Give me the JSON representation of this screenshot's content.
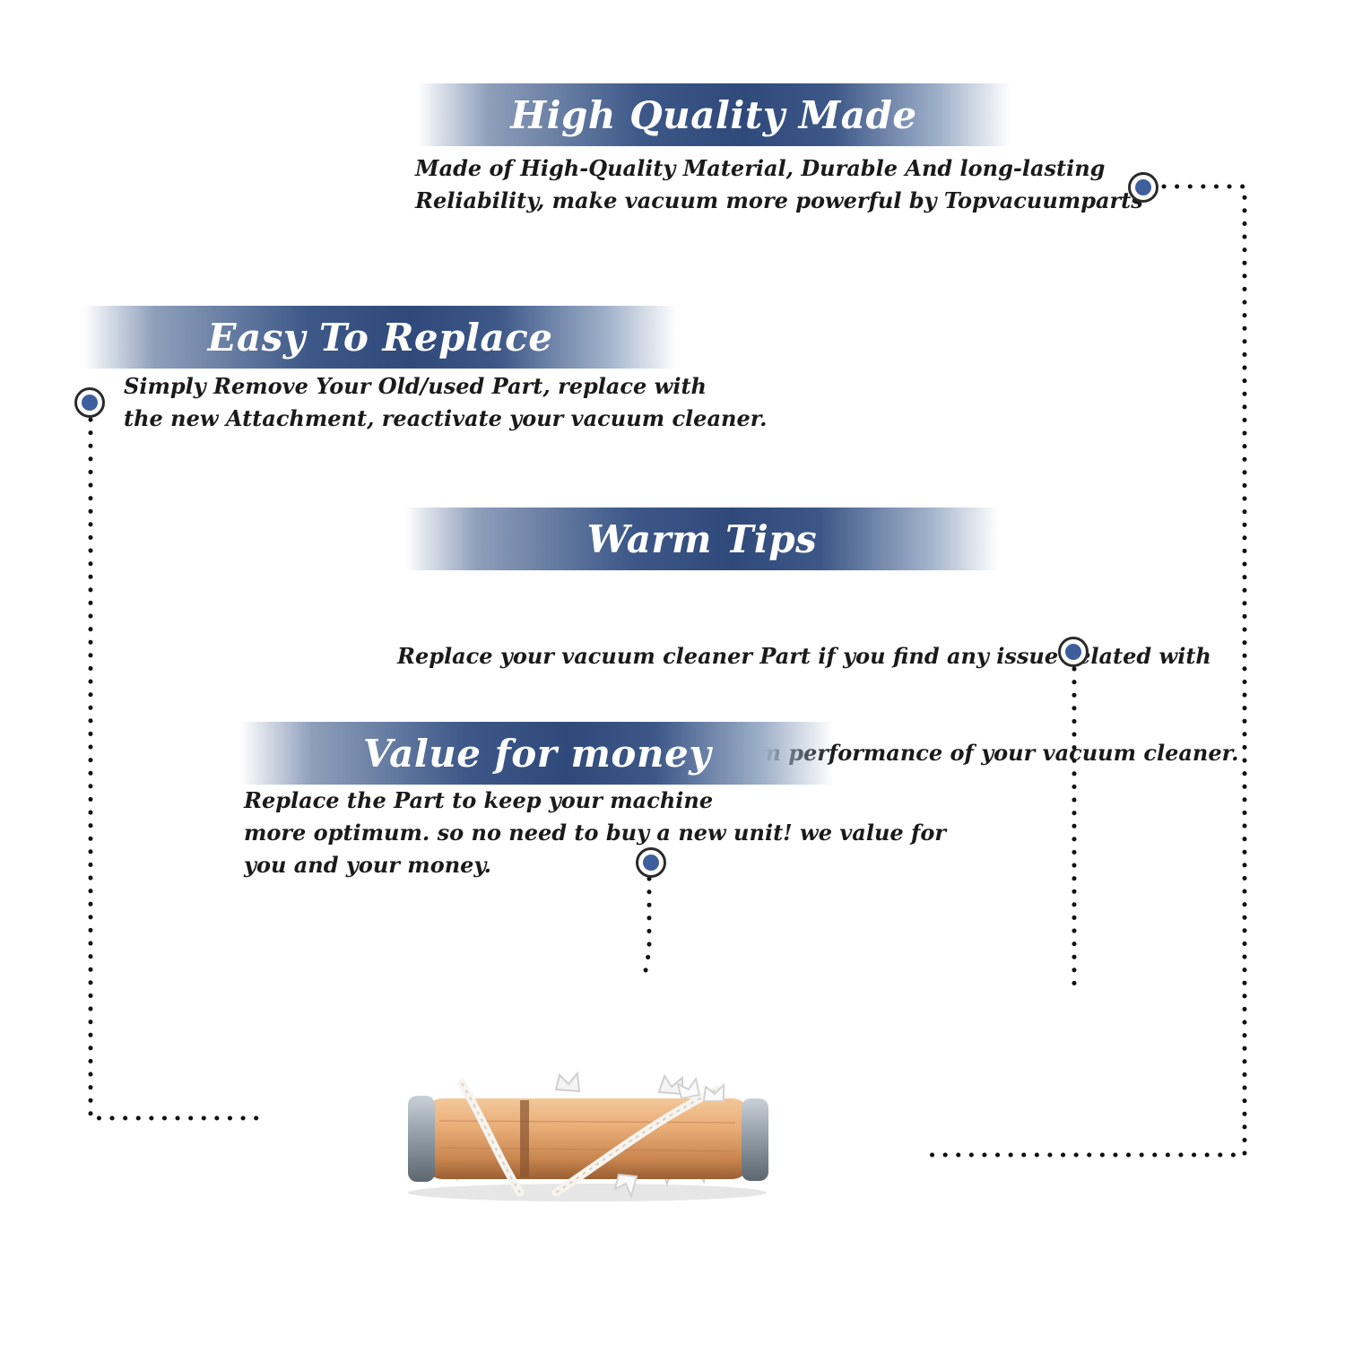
{
  "features": [
    {
      "id": "high-quality",
      "title": "High Quality Made",
      "lines": [
        "Made of  High-Quality Material, Durable And long-lasting",
        "Reliability, make vacuum more powerful by Topvacuumparts"
      ]
    },
    {
      "id": "easy-replace",
      "title": "Easy To Replace",
      "lines": [
        "Simply Remove Your Old/used Part, replace with",
        "the new Attachment, reactivate your vacuum cleaner."
      ]
    },
    {
      "id": "warm-tips",
      "title": "Warm Tips",
      "lines": [
        "Replace your vacuum cleaner Part if you find any issue related with",
        " attachment to ensure optimum performance of your vacuum cleaner."
      ]
    },
    {
      "id": "value-money",
      "title": "Value for money",
      "lines": [
        "Replace the Part to keep your machine",
        "more optimum. so no need to buy a new unit! we value for",
        "you and your money."
      ]
    }
  ],
  "colors": {
    "banner_dark": "#2f4a7a",
    "marker_fill": "#3f5e9c",
    "text": "#1a1a1a"
  },
  "icons": {
    "marker": "circle-dot-icon",
    "product": "brush-roller-icon"
  }
}
